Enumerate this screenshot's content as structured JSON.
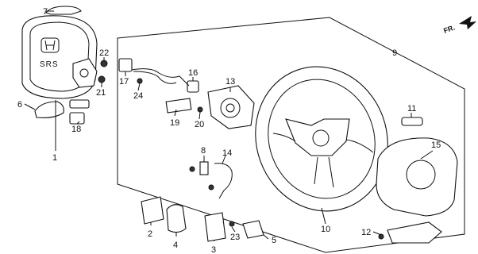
{
  "direction_label": "FR.",
  "srs_label": "SRS",
  "callouts": {
    "c1": "1",
    "c2": "2",
    "c3": "3",
    "c4": "4",
    "c5": "5",
    "c6": "6",
    "c7": "7",
    "c8": "8",
    "c9": "9",
    "c10": "10",
    "c11": "11",
    "c12": "12",
    "c13": "13",
    "c14": "14",
    "c15": "15",
    "c16": "16",
    "c17": "17",
    "c18": "18",
    "c19": "19",
    "c20": "20",
    "c21": "21",
    "c22": "22",
    "c23": "23",
    "c24": "24"
  }
}
